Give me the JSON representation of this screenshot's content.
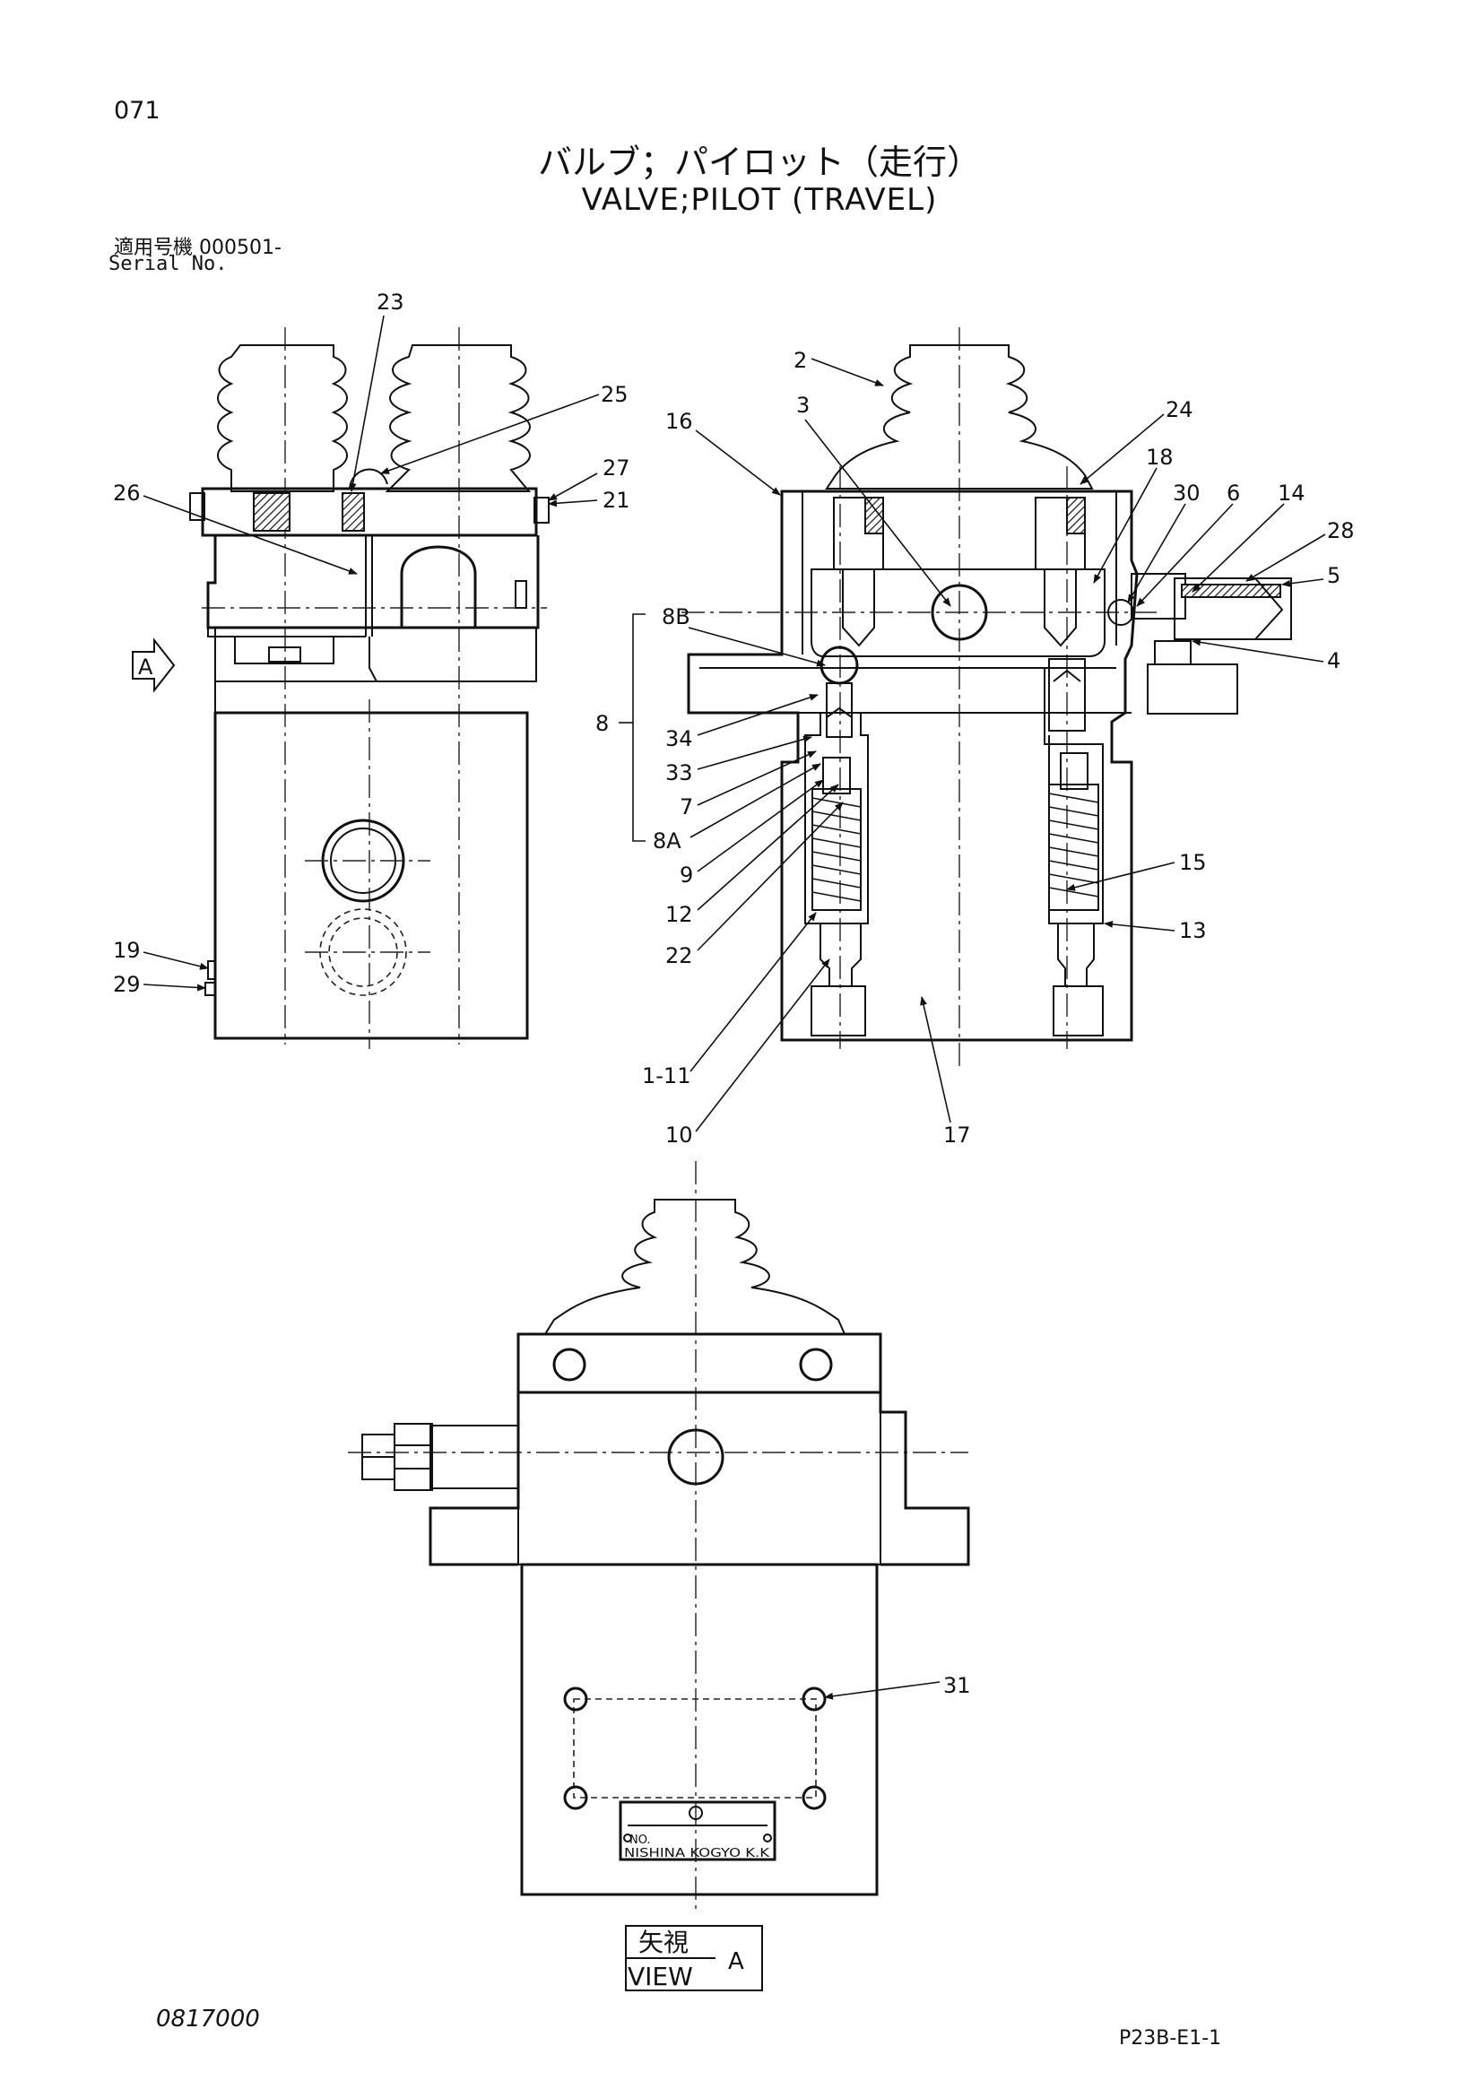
{
  "header": {
    "page_number": "071",
    "title_jp": "バルブ；パイロット（走行）",
    "title_en": "VALVE;PILOT (TRAVEL)",
    "serial_label_jp": "適用号機  000501-",
    "serial_label_en": "Serial No."
  },
  "side_view": {
    "view_marker": "A",
    "callouts": [
      "23",
      "25",
      "26",
      "27",
      "21",
      "19",
      "29"
    ]
  },
  "section_view": {
    "callouts_top": [
      "2",
      "3",
      "16",
      "24",
      "18",
      "30",
      "6",
      "14",
      "28",
      "5",
      "4"
    ],
    "group_label": "8",
    "callouts_left": [
      "8B",
      "34",
      "33",
      "7",
      "8A",
      "9",
      "12",
      "22",
      "1-11",
      "10"
    ],
    "callouts_right": [
      "15",
      "13"
    ],
    "callout_bottom": "17"
  },
  "view_a": {
    "callout": "31",
    "nameplate_line1": "NO.",
    "nameplate_line2": "NISHINA KOGYO K.K",
    "view_label_jp": "矢視",
    "view_label_en": "VIEW",
    "view_letter": "A"
  },
  "footer": {
    "drawing_number": "0817000",
    "page_code": "P23B-E1-1"
  }
}
